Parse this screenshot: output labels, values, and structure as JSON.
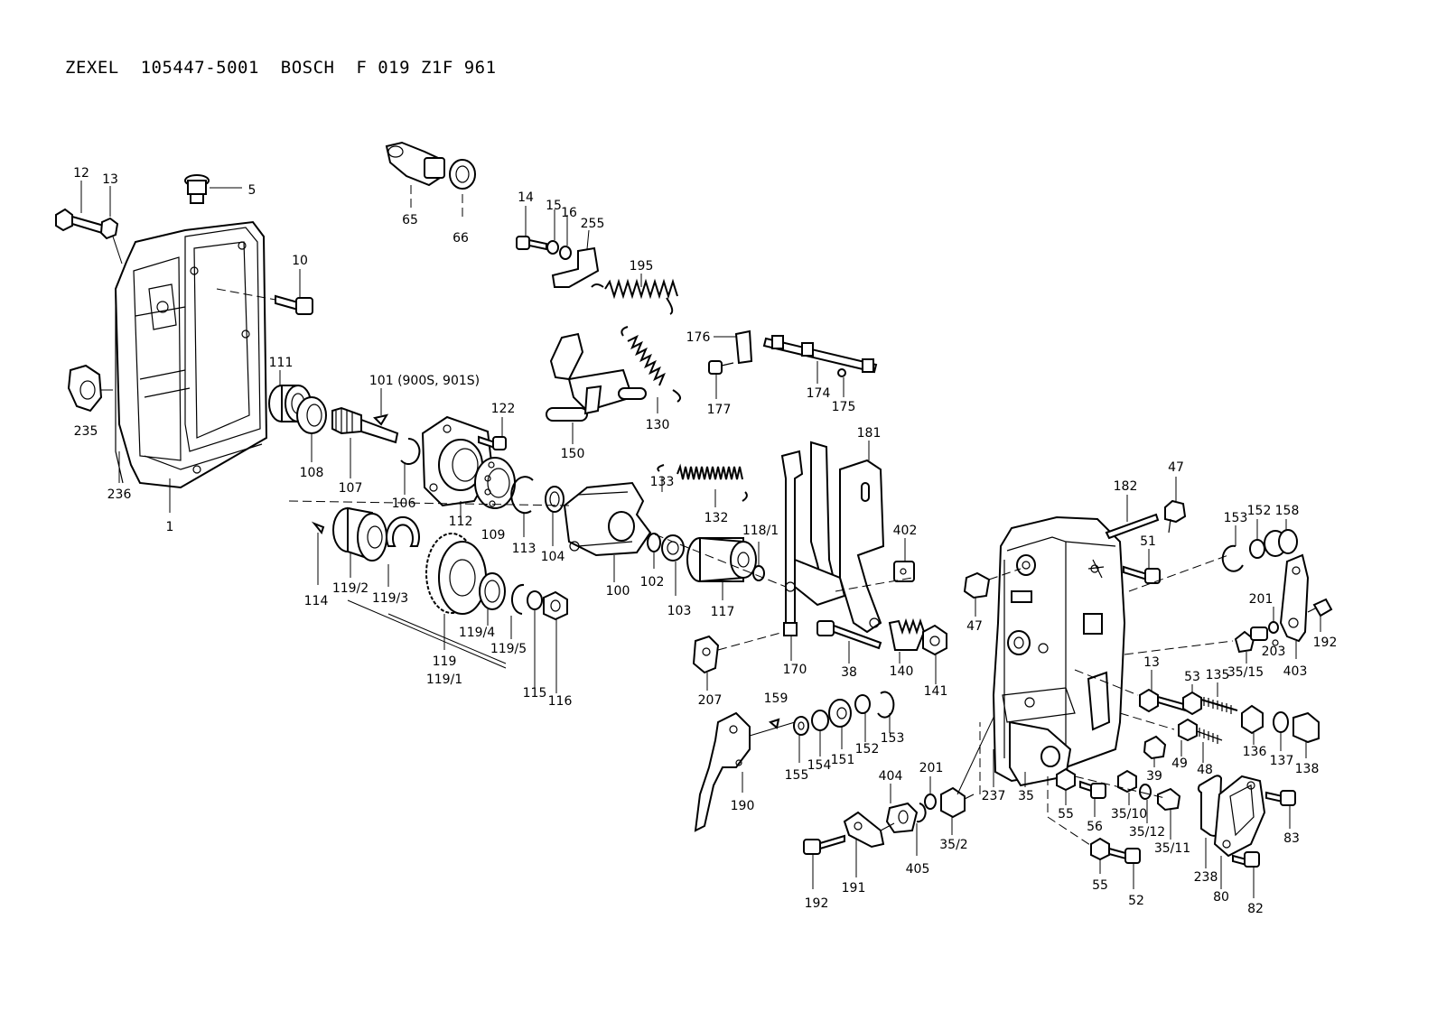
{
  "title": "ZEXEL  105447-5001  BOSCH  F 019 Z1F 961",
  "labels": [
    "1",
    "5",
    "10",
    "12",
    "13",
    "14",
    "15",
    "16",
    "255",
    "195",
    "65",
    "66",
    "176",
    "177",
    "174",
    "175",
    "111",
    "101 (900S, 901S)",
    "122",
    "130",
    "150",
    "235",
    "236",
    "108",
    "107",
    "106",
    "112",
    "109",
    "113",
    "104",
    "133",
    "132",
    "118/1",
    "181",
    "402",
    "182",
    "47",
    "153",
    "152",
    "158",
    "51",
    "47",
    "114",
    "119/2",
    "119/3",
    "119/4",
    "119/5",
    "119",
    "119/1",
    "115",
    "116",
    "100",
    "102",
    "103",
    "117",
    "170",
    "38",
    "140",
    "141",
    "207",
    "201",
    "203",
    "35/15",
    "403",
    "192",
    "13",
    "53",
    "135",
    "136",
    "137",
    "138",
    "39",
    "49",
    "48",
    "159",
    "155",
    "154",
    "151",
    "152",
    "153",
    "190",
    "404",
    "201",
    "405",
    "35/2",
    "237",
    "35",
    "55",
    "56",
    "35/10",
    "35/12",
    "35/11",
    "238",
    "80",
    "83",
    "82",
    "55",
    "52",
    "192",
    "191"
  ]
}
